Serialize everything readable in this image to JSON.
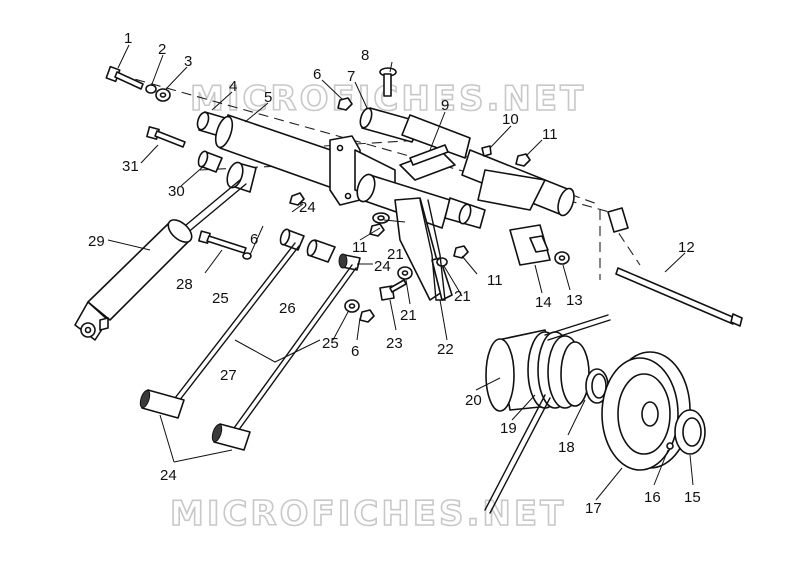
{
  "watermark": "MICROFICHES.NET",
  "callouts": [
    "1",
    "2",
    "3",
    "4",
    "5",
    "6",
    "7",
    "8",
    "9",
    "10",
    "11",
    "12",
    "13",
    "14",
    "15",
    "16",
    "17",
    "18",
    "19",
    "20",
    "21",
    "22",
    "23",
    "24",
    "25",
    "26",
    "27",
    "28",
    "29",
    "30",
    "31"
  ],
  "labels": {
    "c1": "1",
    "c2": "2",
    "c3": "3",
    "c4": "4",
    "c5": "5",
    "c6a": "6",
    "c6b": "6",
    "c6c": "6",
    "c7": "7",
    "c8": "8",
    "c9": "9",
    "c10": "10",
    "c11a": "11",
    "c11b": "11",
    "c11c": "11",
    "c12": "12",
    "c13": "13",
    "c14": "14",
    "c15": "15",
    "c16": "16",
    "c17": "17",
    "c18": "18",
    "c19": "19",
    "c20": "20",
    "c21a": "21",
    "c21b": "21",
    "c21c": "21",
    "c22": "22",
    "c23": "23",
    "c24a": "24",
    "c24b": "24",
    "c24c": "24",
    "c25a": "25",
    "c25b": "25",
    "c26": "26",
    "c27": "27",
    "c28": "28",
    "c29": "29",
    "c30": "30",
    "c31": "31"
  }
}
